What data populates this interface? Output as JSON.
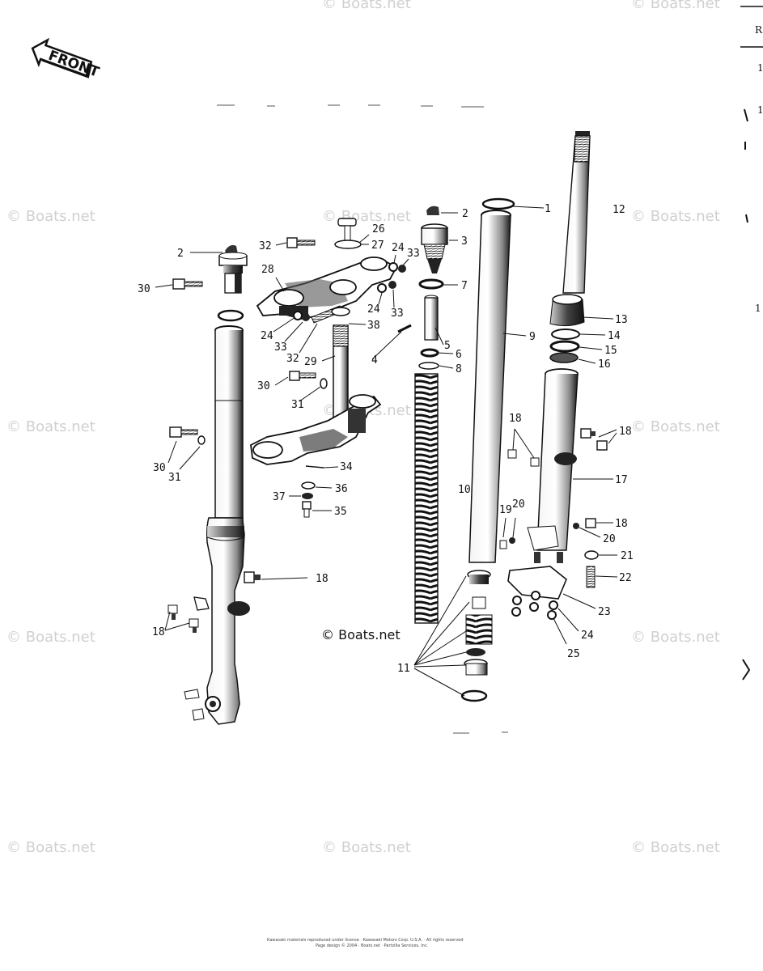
{
  "front_label": "FRONT",
  "watermark": "© Boats.net",
  "center_watermark": "© Boats.net",
  "copyright_lines": [
    "Kawasaki materials reproduced under license · Kawasaki Motors Corp. U.S.A. · All rights reserved",
    "Page design © 2004 · Boats.net · Partzilla Services, Inc."
  ],
  "edge_marks": [
    "R",
    "1",
    "1",
    "1"
  ],
  "callouts": [
    {
      "id": "c1",
      "text": "1"
    },
    {
      "id": "c2a",
      "text": "2"
    },
    {
      "id": "c2b",
      "text": "2"
    },
    {
      "id": "c3",
      "text": "3"
    },
    {
      "id": "c4",
      "text": "4"
    },
    {
      "id": "c5",
      "text": "5"
    },
    {
      "id": "c6",
      "text": "6"
    },
    {
      "id": "c7",
      "text": "7"
    },
    {
      "id": "c8",
      "text": "8"
    },
    {
      "id": "c9",
      "text": "9"
    },
    {
      "id": "c10",
      "text": "10"
    },
    {
      "id": "c11",
      "text": "11"
    },
    {
      "id": "c12",
      "text": "12"
    },
    {
      "id": "c13",
      "text": "13"
    },
    {
      "id": "c14",
      "text": "14"
    },
    {
      "id": "c15",
      "text": "15"
    },
    {
      "id": "c16",
      "text": "16"
    },
    {
      "id": "c17",
      "text": "17"
    },
    {
      "id": "c18a",
      "text": "18"
    },
    {
      "id": "c18b",
      "text": "18"
    },
    {
      "id": "c18c",
      "text": "18"
    },
    {
      "id": "c18d",
      "text": "18"
    },
    {
      "id": "c18e",
      "text": "18"
    },
    {
      "id": "c19",
      "text": "19"
    },
    {
      "id": "c20a",
      "text": "20"
    },
    {
      "id": "c20b",
      "text": "20"
    },
    {
      "id": "c21",
      "text": "21"
    },
    {
      "id": "c22",
      "text": "22"
    },
    {
      "id": "c23",
      "text": "23"
    },
    {
      "id": "c24a",
      "text": "24"
    },
    {
      "id": "c24b",
      "text": "24"
    },
    {
      "id": "c24c",
      "text": "24"
    },
    {
      "id": "c24d",
      "text": "24"
    },
    {
      "id": "c25",
      "text": "25"
    },
    {
      "id": "c26",
      "text": "26"
    },
    {
      "id": "c27",
      "text": "27"
    },
    {
      "id": "c28",
      "text": "28"
    },
    {
      "id": "c29",
      "text": "29"
    },
    {
      "id": "c30a",
      "text": "30"
    },
    {
      "id": "c30b",
      "text": "30"
    },
    {
      "id": "c30c",
      "text": "30"
    },
    {
      "id": "c31a",
      "text": "31"
    },
    {
      "id": "c31b",
      "text": "31"
    },
    {
      "id": "c32a",
      "text": "32"
    },
    {
      "id": "c32b",
      "text": "32"
    },
    {
      "id": "c33a",
      "text": "33"
    },
    {
      "id": "c33b",
      "text": "33"
    },
    {
      "id": "c33c",
      "text": "33"
    },
    {
      "id": "c34",
      "text": "34"
    },
    {
      "id": "c35",
      "text": "35"
    },
    {
      "id": "c36",
      "text": "36"
    },
    {
      "id": "c37",
      "text": "37"
    },
    {
      "id": "c38",
      "text": "38"
    }
  ]
}
